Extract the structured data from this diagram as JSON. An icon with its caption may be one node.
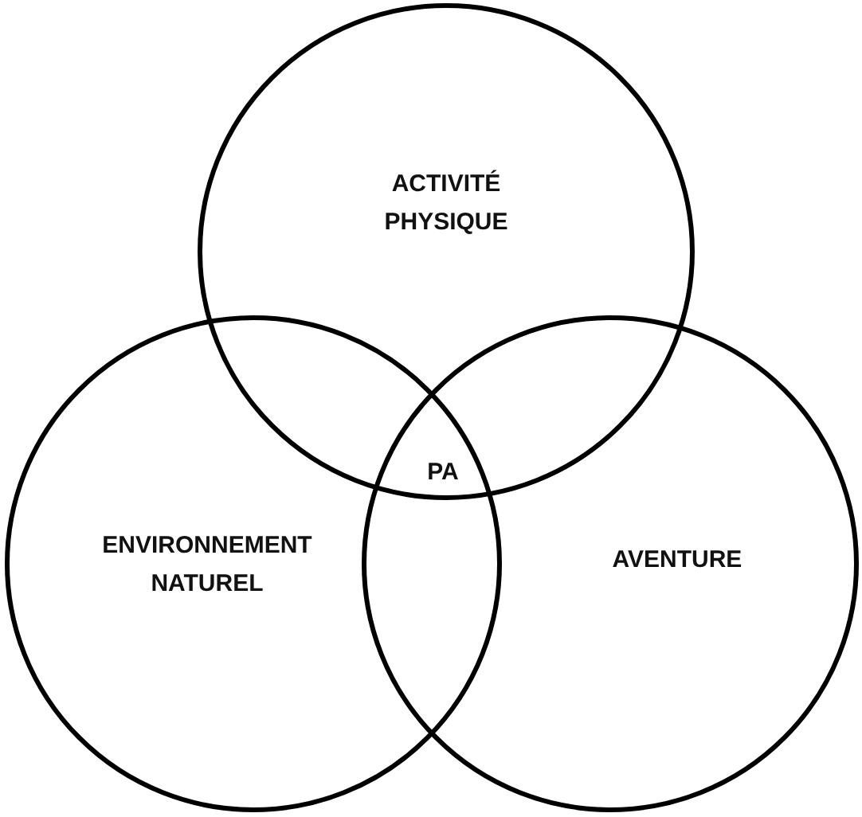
{
  "diagram": {
    "nodes": [
      {
        "text": [
          "ACTIVITÉ PHYSIQUE"
        ]
      },
      {
        "text": [
          "ENVIRONNEMENT NATUREL"
        ]
      },
      {
        "text": [
          "AVENTURE"
        ]
      }
    ],
    "labels": [
      "PA"
    ]
  }
}
